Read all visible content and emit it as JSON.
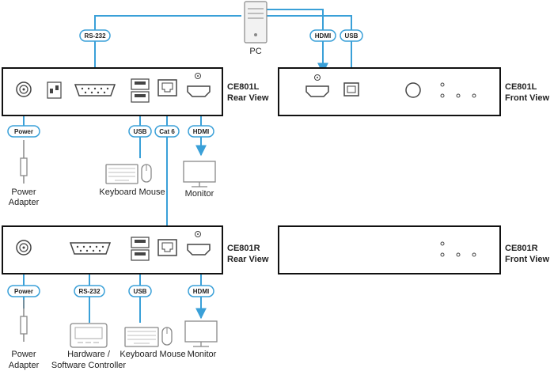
{
  "colors": {
    "cable": "#3aa0d8",
    "tag_border": "#3aa0d8",
    "box_border": "#111111",
    "device_gray": "#888888"
  },
  "pc": {
    "label": "PC"
  },
  "ce801l": {
    "rear": {
      "model": "CE801L",
      "view": "Rear View"
    },
    "front": {
      "model": "CE801L",
      "view": "Front View"
    }
  },
  "ce801r": {
    "rear": {
      "model": "CE801R",
      "view": "Rear View"
    },
    "front": {
      "model": "CE801R",
      "view": "Front View"
    }
  },
  "cables": {
    "rs232_top": "RS-232",
    "hdmi_pc": "HDMI",
    "usb_pc": "USB",
    "power_l": "Power",
    "usb_l": "USB",
    "cat6": "Cat 6",
    "hdmi_l": "HDMI",
    "power_r": "Power",
    "rs232_r": "RS-232",
    "usb_r": "USB",
    "hdmi_r": "HDMI"
  },
  "devices": {
    "power_adapter_l": [
      "Power",
      "Adapter"
    ],
    "keyboard_mouse_l": "Keyboard Mouse",
    "monitor_l": "Monitor",
    "power_adapter_r": [
      "Power",
      "Adapter"
    ],
    "controller_r": [
      "Hardware /",
      "Software Controller"
    ],
    "keyboard_mouse_r": "Keyboard Mouse",
    "monitor_r": "Monitor"
  }
}
